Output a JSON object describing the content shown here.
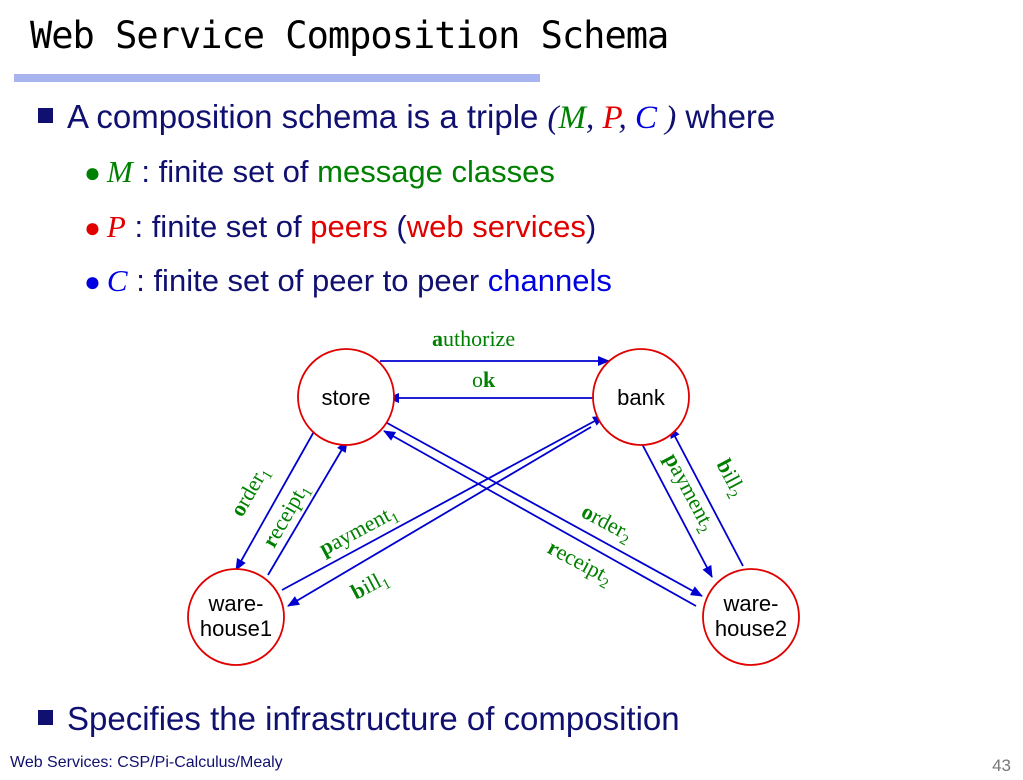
{
  "slide": {
    "title": "Web Service Composition Schema",
    "footer": "Web Services: CSP/Pi-Calculus/Mealy",
    "page_number": "43"
  },
  "bullets": {
    "main1": {
      "text": "A composition schema is a triple ",
      "open": "(",
      "m": "M",
      "comma1": ", ",
      "p": "P",
      "comma2": ", ",
      "c": "C",
      "close": " )",
      "tail": " where"
    },
    "sub1": {
      "dot": "●",
      "sym": "M",
      "text": " : finite set of ",
      "highlight": "message classes"
    },
    "sub2": {
      "dot": "●",
      "sym": "P",
      "text": " : finite set of ",
      "highlight1": "peers",
      "paren_open": " (",
      "highlight2": "web services",
      "paren_close": ")"
    },
    "sub3": {
      "dot": "●",
      "sym": "C",
      "text": " : finite set of peer to peer ",
      "highlight": "channels"
    },
    "main2": {
      "text": "Specifies the infrastructure of composition"
    }
  },
  "colors": {
    "text": "#101070",
    "green": "#008000",
    "red": "#e00000",
    "blue": "#0000e0",
    "node_border": "#e00000",
    "arrow": "#0000d0"
  },
  "diagram": {
    "nodes": {
      "store": "store",
      "bank": "bank",
      "warehouse1_line1": "ware-",
      "warehouse1_line2": "house1",
      "warehouse2_line1": "ware-",
      "warehouse2_line2": "house2"
    },
    "labels": {
      "authorize": {
        "bold": "a",
        "rest": "uthorize"
      },
      "ok": {
        "rest": "o",
        "bold": "k"
      },
      "order1": {
        "bold": "o",
        "rest": "rder",
        "sub": "1"
      },
      "receipt1": {
        "bold": "r",
        "rest": "eceipt",
        "sub": "1"
      },
      "payment1": {
        "bold": "p",
        "rest": "ayment",
        "sub": "1"
      },
      "bill1": {
        "bold": "b",
        "rest": "ill",
        "sub": "1"
      },
      "order2": {
        "bold": "o",
        "rest": "rder",
        "sub": "2"
      },
      "receipt2": {
        "bold": "r",
        "rest": "eceipt",
        "sub": "2"
      },
      "payment2": {
        "bold": "p",
        "rest": "ayment",
        "sub": "2"
      },
      "bill2": {
        "bold": "b",
        "rest": "ill",
        "sub": "2"
      }
    }
  }
}
